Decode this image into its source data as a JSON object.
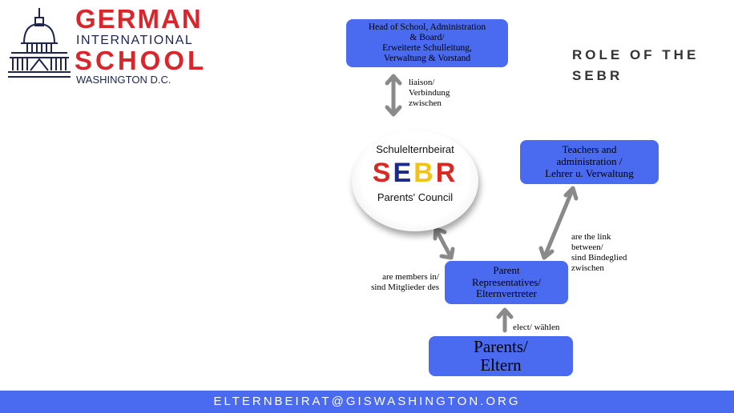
{
  "logo": {
    "line1": "GERMAN",
    "line2": "INTERNATIONAL",
    "line3": "SCHOOL",
    "line4": "WASHINGTON D.C.",
    "icon": "capitol-dome-icon"
  },
  "title": "ROLE OF THE\nSEBR",
  "nodes": {
    "head": "Head of School, Administration\n& Board/\nErweiterte Schulleitung,\nVerwaltung & Vorstand",
    "teachers": "Teachers and\nadministration /\nLehrer u. Verwaltung",
    "reps": "Parent\nRepresentatives/\nElternvertreter",
    "parents": "Parents/\nEltern"
  },
  "sebr": {
    "top": "Schulelternbeirat",
    "letters": [
      "S",
      "E",
      "B",
      "R"
    ],
    "bottom": "Parents' Council"
  },
  "labels": {
    "liaison": "liaison/\nVerbindung\nzwischen",
    "members": "are members in/\nsind Mitglieder des",
    "link": "are the link\nbetween/\n sind Bindeglied\nzwischen",
    "elect": "elect/ wählen"
  },
  "footer": "ELTERNBEIRAT@GISWASHINGTON.ORG",
  "colors": {
    "box": "#4a6bf0",
    "logo_red": "#d7262c",
    "logo_navy": "#1d2452",
    "arrow": "#8a8a8a",
    "sebr_s": "#d72a22",
    "sebr_e": "#1a2a8c",
    "sebr_b": "#f2c21a",
    "sebr_r": "#d72a22"
  }
}
